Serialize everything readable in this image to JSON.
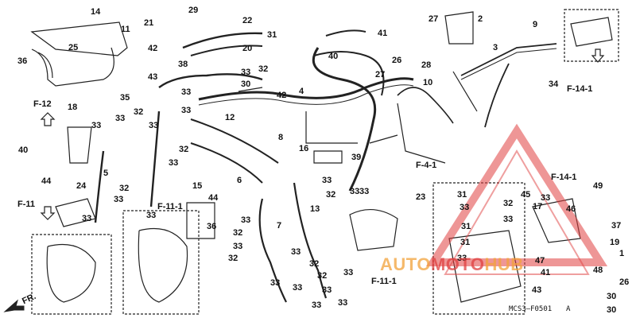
{
  "diagram": {
    "code": "MCS3—F0501",
    "code_suffix": "A",
    "front_label": "FR."
  },
  "callouts": {
    "c1": "1",
    "c2": "2",
    "c3": "3",
    "c4": "4",
    "c5": "5",
    "c6": "6",
    "c7": "7",
    "c8": "8",
    "c9": "9",
    "c10": "10",
    "c11": "11",
    "c12": "12",
    "c13": "13",
    "c14": "14",
    "c15": "15",
    "c16": "16",
    "c17": "17",
    "c18": "18",
    "c19": "19",
    "c20": "20",
    "c21": "21",
    "c22": "22",
    "c23": "23",
    "c24": "24",
    "c25": "25",
    "c26": "26",
    "c27": "27",
    "c28": "28",
    "c29": "29",
    "c30": "30",
    "c31": "31",
    "c32": "32",
    "c33": "33",
    "c34": "34",
    "c35": "35",
    "c36": "36",
    "c37": "37",
    "c38": "38",
    "c39": "39",
    "c40": "40",
    "c41": "41",
    "c42": "42",
    "c43": "43",
    "c44": "44",
    "c45": "45",
    "c46": "46",
    "c47": "47",
    "c48": "48",
    "c49": "49"
  },
  "refs": {
    "f12": "F-12",
    "f11": "F-11",
    "f11_1": "F-11-1",
    "f11_1b": "F-11-1",
    "f4_1": "F-4-1",
    "f14_1": "F-14-1",
    "f14_1b": "F-14-1"
  },
  "watermark": {
    "text_orange": "AUTO",
    "text_rest": "MOTO",
    "text_end": "HUB",
    "color_orange": "#f2a23a",
    "color_red": "#e04040"
  }
}
